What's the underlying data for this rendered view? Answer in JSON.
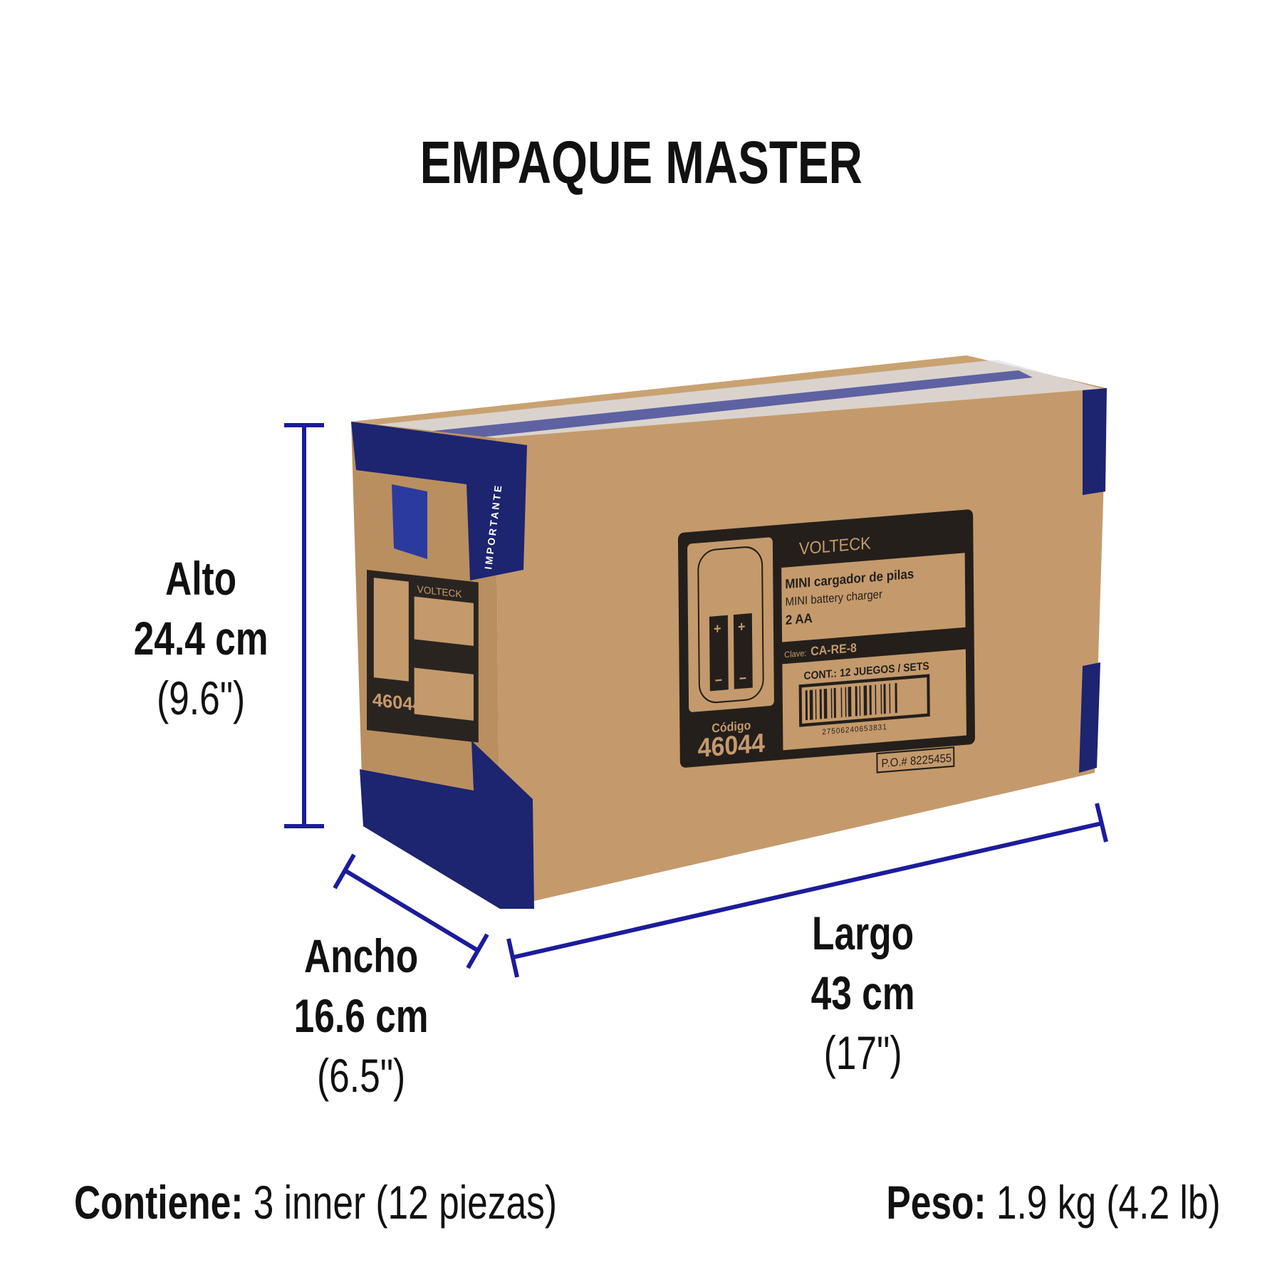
{
  "title": "EMPAQUE MASTER",
  "dimensions": {
    "alto": {
      "label": "Alto",
      "metric": "24.4 cm",
      "imperial": "(9.6\")"
    },
    "ancho": {
      "label": "Ancho",
      "metric": "16.6 cm",
      "imperial": "(6.5\")"
    },
    "largo": {
      "label": "Largo",
      "metric": "43 cm",
      "imperial": "(17\")"
    }
  },
  "footer": {
    "contiene_label": "Contiene:",
    "contiene_value": "3 inner (12 piezas)",
    "peso_label": "Peso:",
    "peso_value": "1.9 kg (4.2 lb)"
  },
  "box_label": {
    "brand": "VOLTECK",
    "product_es": "MINI cargador de pilas",
    "product_en": "MINI battery charger",
    "spec": "2 AA",
    "clave_label": "Clave:",
    "clave": "CA-RE-8",
    "cont": "CONT.: 12 JUEGOS / SETS",
    "barcode_number": "27506240653831",
    "codigo_label": "Código",
    "codigo": "46044",
    "po": "P.O.# 8225455",
    "tape_text": "IMPORTANTE"
  },
  "colors": {
    "dimension_line": "#1c1c9c",
    "cardboard": "#c49a6c",
    "tape": "#1d2470",
    "ink": "#1d1a17"
  }
}
